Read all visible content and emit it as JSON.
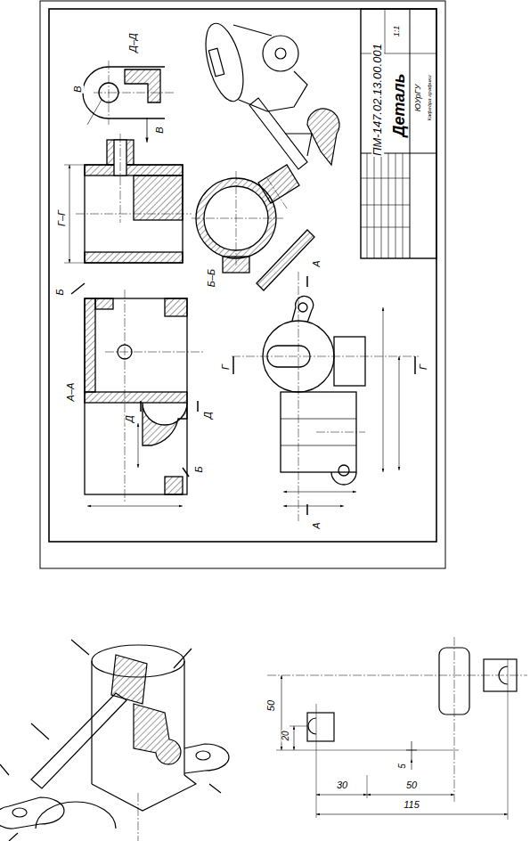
{
  "diagram": {
    "labels": [
      "Д–Д",
      "В",
      "В",
      "Г–Г",
      "Б",
      "Б",
      "А–А",
      "Д",
      "Д",
      "Б–Б",
      "Г",
      "Г",
      "А",
      "А",
      "ПМ-147.02.13.00.001",
      "Деталь",
      "1:1",
      "ЮУрГУ",
      "Кафедра графики",
      "50",
      "20",
      "5",
      "30",
      "50",
      "115"
    ]
  }
}
